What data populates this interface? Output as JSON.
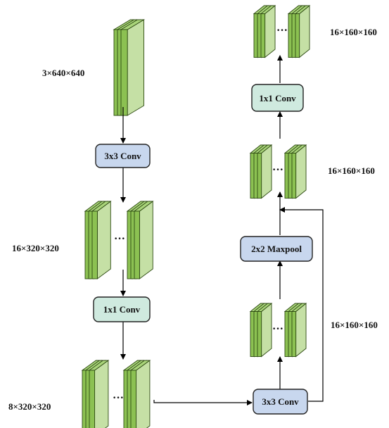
{
  "labels": {
    "input_size": "3×640×640",
    "after_conv3_size": "16×320×320",
    "after_conv1_size": "8×320×320",
    "branch_lower_size": "16×160×160",
    "branch_pool_size": "16×160×160",
    "output_size": "16×160×160"
  },
  "ops": {
    "conv3_left": "3x3 Conv",
    "conv1_left": "1x1 Conv",
    "conv3_right": "3x3 Conv",
    "maxpool": "2x2 Maxpool",
    "conv1_right": "1x1 Conv"
  },
  "dots": "···",
  "colors": {
    "block_face": "#8cc152",
    "block_side": "#c5e0a5",
    "block_top": "#a9d47a",
    "block_edge": "#2d4a12",
    "conv3_fill": "#c8d7ee",
    "conv1_fill": "#cfeadf",
    "maxpool_fill": "#c8d7ee",
    "box_stroke": "#222222",
    "arrow": "#000000"
  },
  "icons": [
    "arrow-head"
  ]
}
